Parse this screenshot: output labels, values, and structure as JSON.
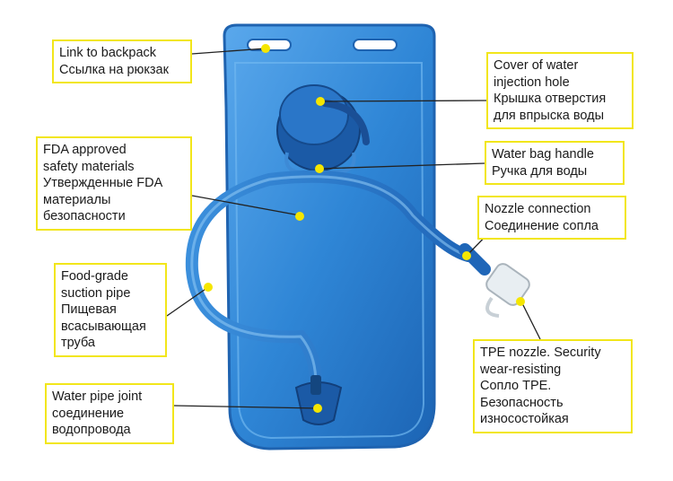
{
  "colors": {
    "label_border": "#f2e61a",
    "marker": "#f5e600",
    "bag_fill": "#2f86d6",
    "bag_edge": "#1f63b0",
    "leader": "#222222"
  },
  "callouts": [
    {
      "id": "link-to-backpack",
      "lines": [
        "Link to backpack",
        "Ссылка на рюкзак"
      ]
    },
    {
      "id": "fda-materials",
      "lines": [
        "FDA approved",
        "safety materials",
        "Утвержденные FDA",
        "материалы",
        "безопасности"
      ]
    },
    {
      "id": "suction-pipe",
      "lines": [
        "Food-grade",
        "suction pipe",
        "Пищевая",
        "всасывающая",
        "труба"
      ]
    },
    {
      "id": "pipe-joint",
      "lines": [
        "Water pipe joint",
        "соединение",
        "водопровода"
      ]
    },
    {
      "id": "injection-cover",
      "lines": [
        "Cover of water",
        "injection hole",
        "Крышка отверстия",
        "для впрыска воды"
      ]
    },
    {
      "id": "bag-handle",
      "lines": [
        "Water bag handle",
        "Ручка для воды"
      ]
    },
    {
      "id": "nozzle-connection",
      "lines": [
        "Nozzle connection",
        "Соединение сопла"
      ]
    },
    {
      "id": "tpe-nozzle",
      "lines": [
        "TPE nozzle. Security",
        "wear-resisting",
        "Сопло TPE.",
        "Безопасность",
        "износостойкая"
      ]
    }
  ]
}
